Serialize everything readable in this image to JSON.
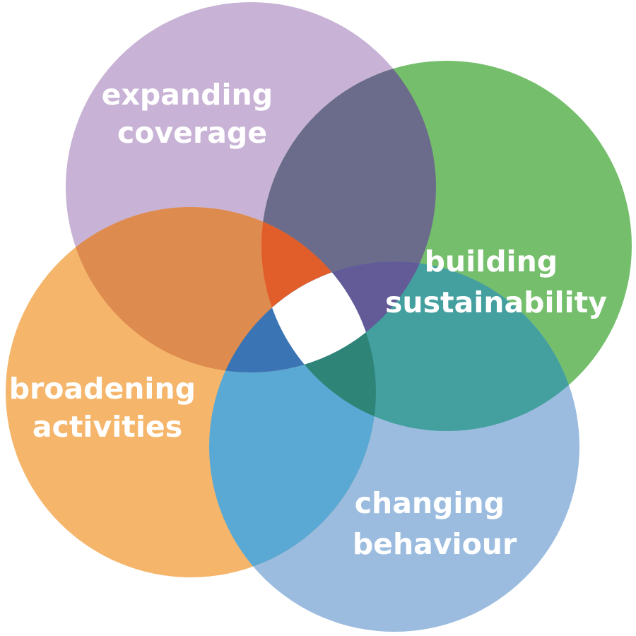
{
  "diagram": {
    "circles": [
      {
        "id": "purple",
        "label_lines": [
          "expanding",
          "coverage"
        ],
        "color": "#c8b3d6"
      },
      {
        "id": "green",
        "label_lines": [
          "building",
          "sustainability"
        ],
        "color": "#75bf6c"
      },
      {
        "id": "blue",
        "label_lines": [
          "changing",
          "behaviour"
        ],
        "color": "#9bbcdf"
      },
      {
        "id": "orange",
        "label_lines": [
          "broadening",
          "activities"
        ],
        "color": "#f5b66c"
      }
    ],
    "overlap_colors": {
      "purple_green": "#6b6c8b",
      "green_blue": "#449f9f",
      "blue_orange": "#5aa9d4",
      "orange_purple": "#de8b4f",
      "purple_green_orange": "#e15d2a",
      "purple_green_blue": "#625b98",
      "green_blue_orange": "#2f8478",
      "blue_orange_purple": "#3a74b4"
    },
    "center_color": "#ffffff"
  }
}
